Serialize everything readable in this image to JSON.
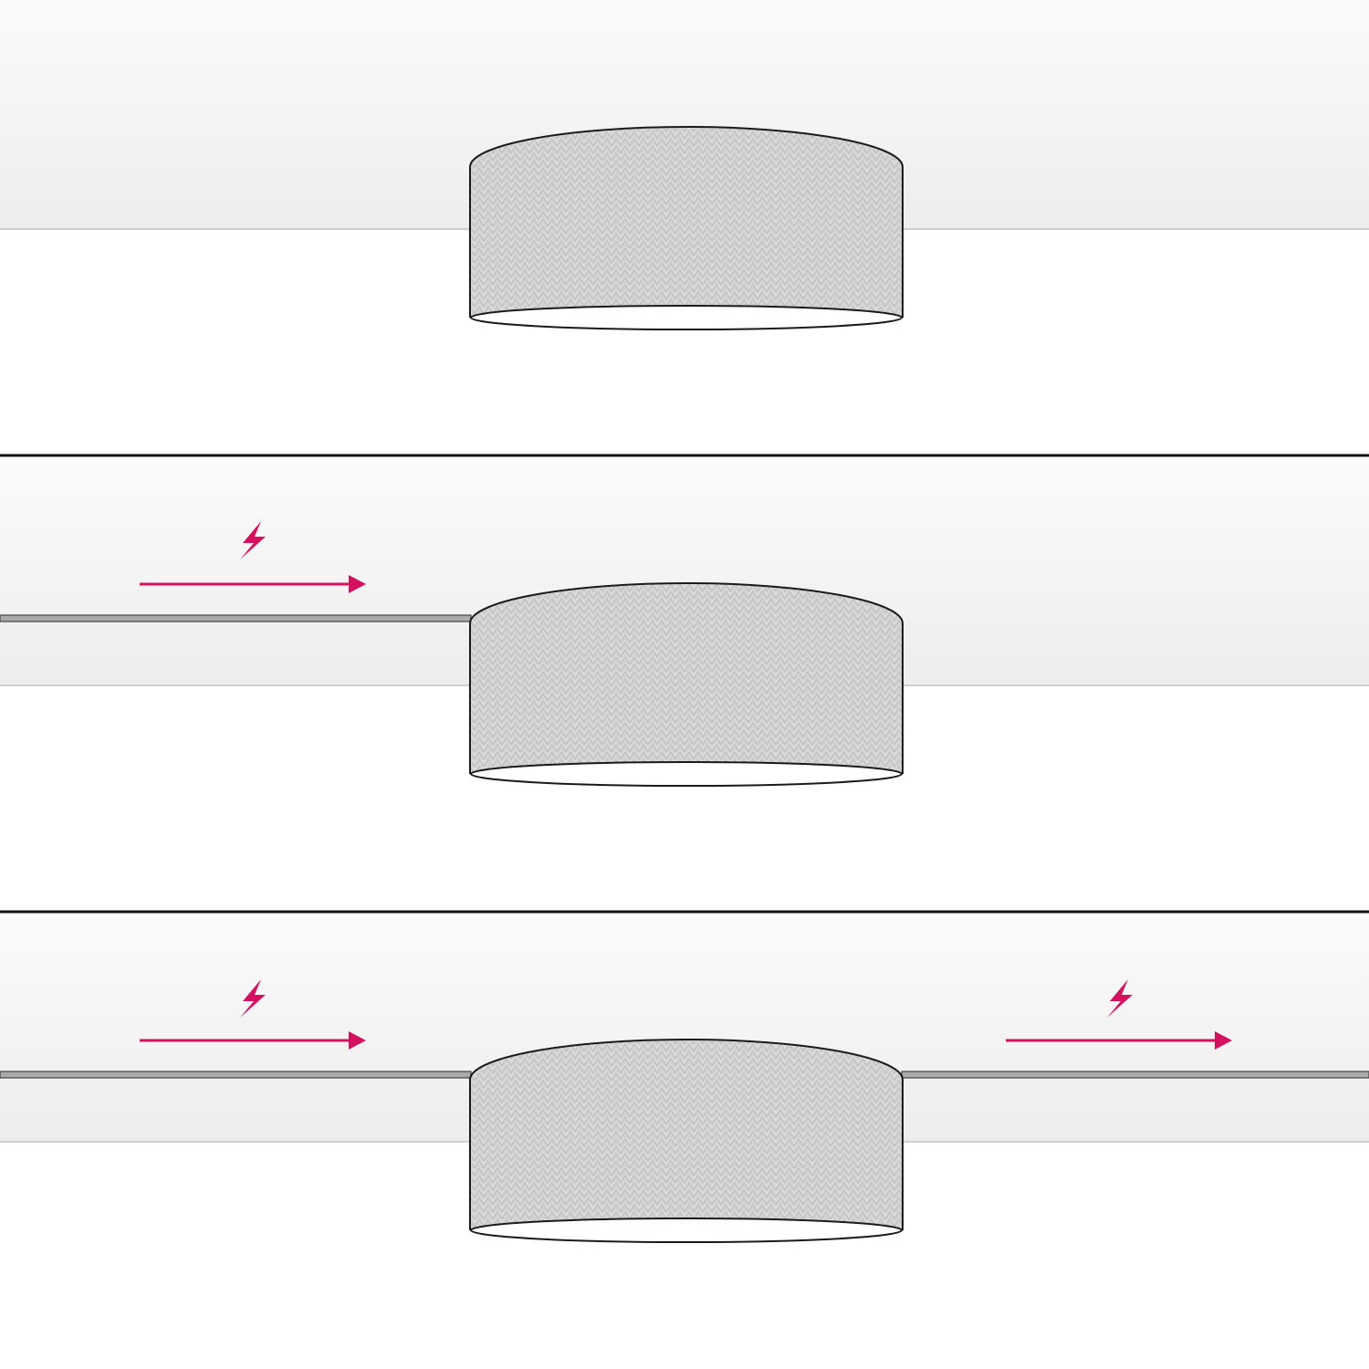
{
  "diagram": {
    "panels": [
      {
        "id": "panel-1",
        "cable_in": false,
        "cable_out": false,
        "power_arrows": []
      },
      {
        "id": "panel-2",
        "cable_in": true,
        "cable_out": false,
        "power_arrows": [
          "input"
        ]
      },
      {
        "id": "panel-3",
        "cable_in": true,
        "cable_out": true,
        "power_arrows": [
          "input",
          "output"
        ]
      }
    ],
    "icons": {
      "power": "lightning-bolt-icon",
      "direction": "arrow-right-icon",
      "lamp": "drum-ceiling-lamp"
    },
    "colors": {
      "accent": "#d5115f",
      "outline": "#1a1a1a",
      "ceiling_top": "#fafafa",
      "ceiling_bottom": "#eeeeee",
      "shade_fabric": "#d4d4d4",
      "cable": "#aaaaaa",
      "divider": "#111111"
    }
  }
}
